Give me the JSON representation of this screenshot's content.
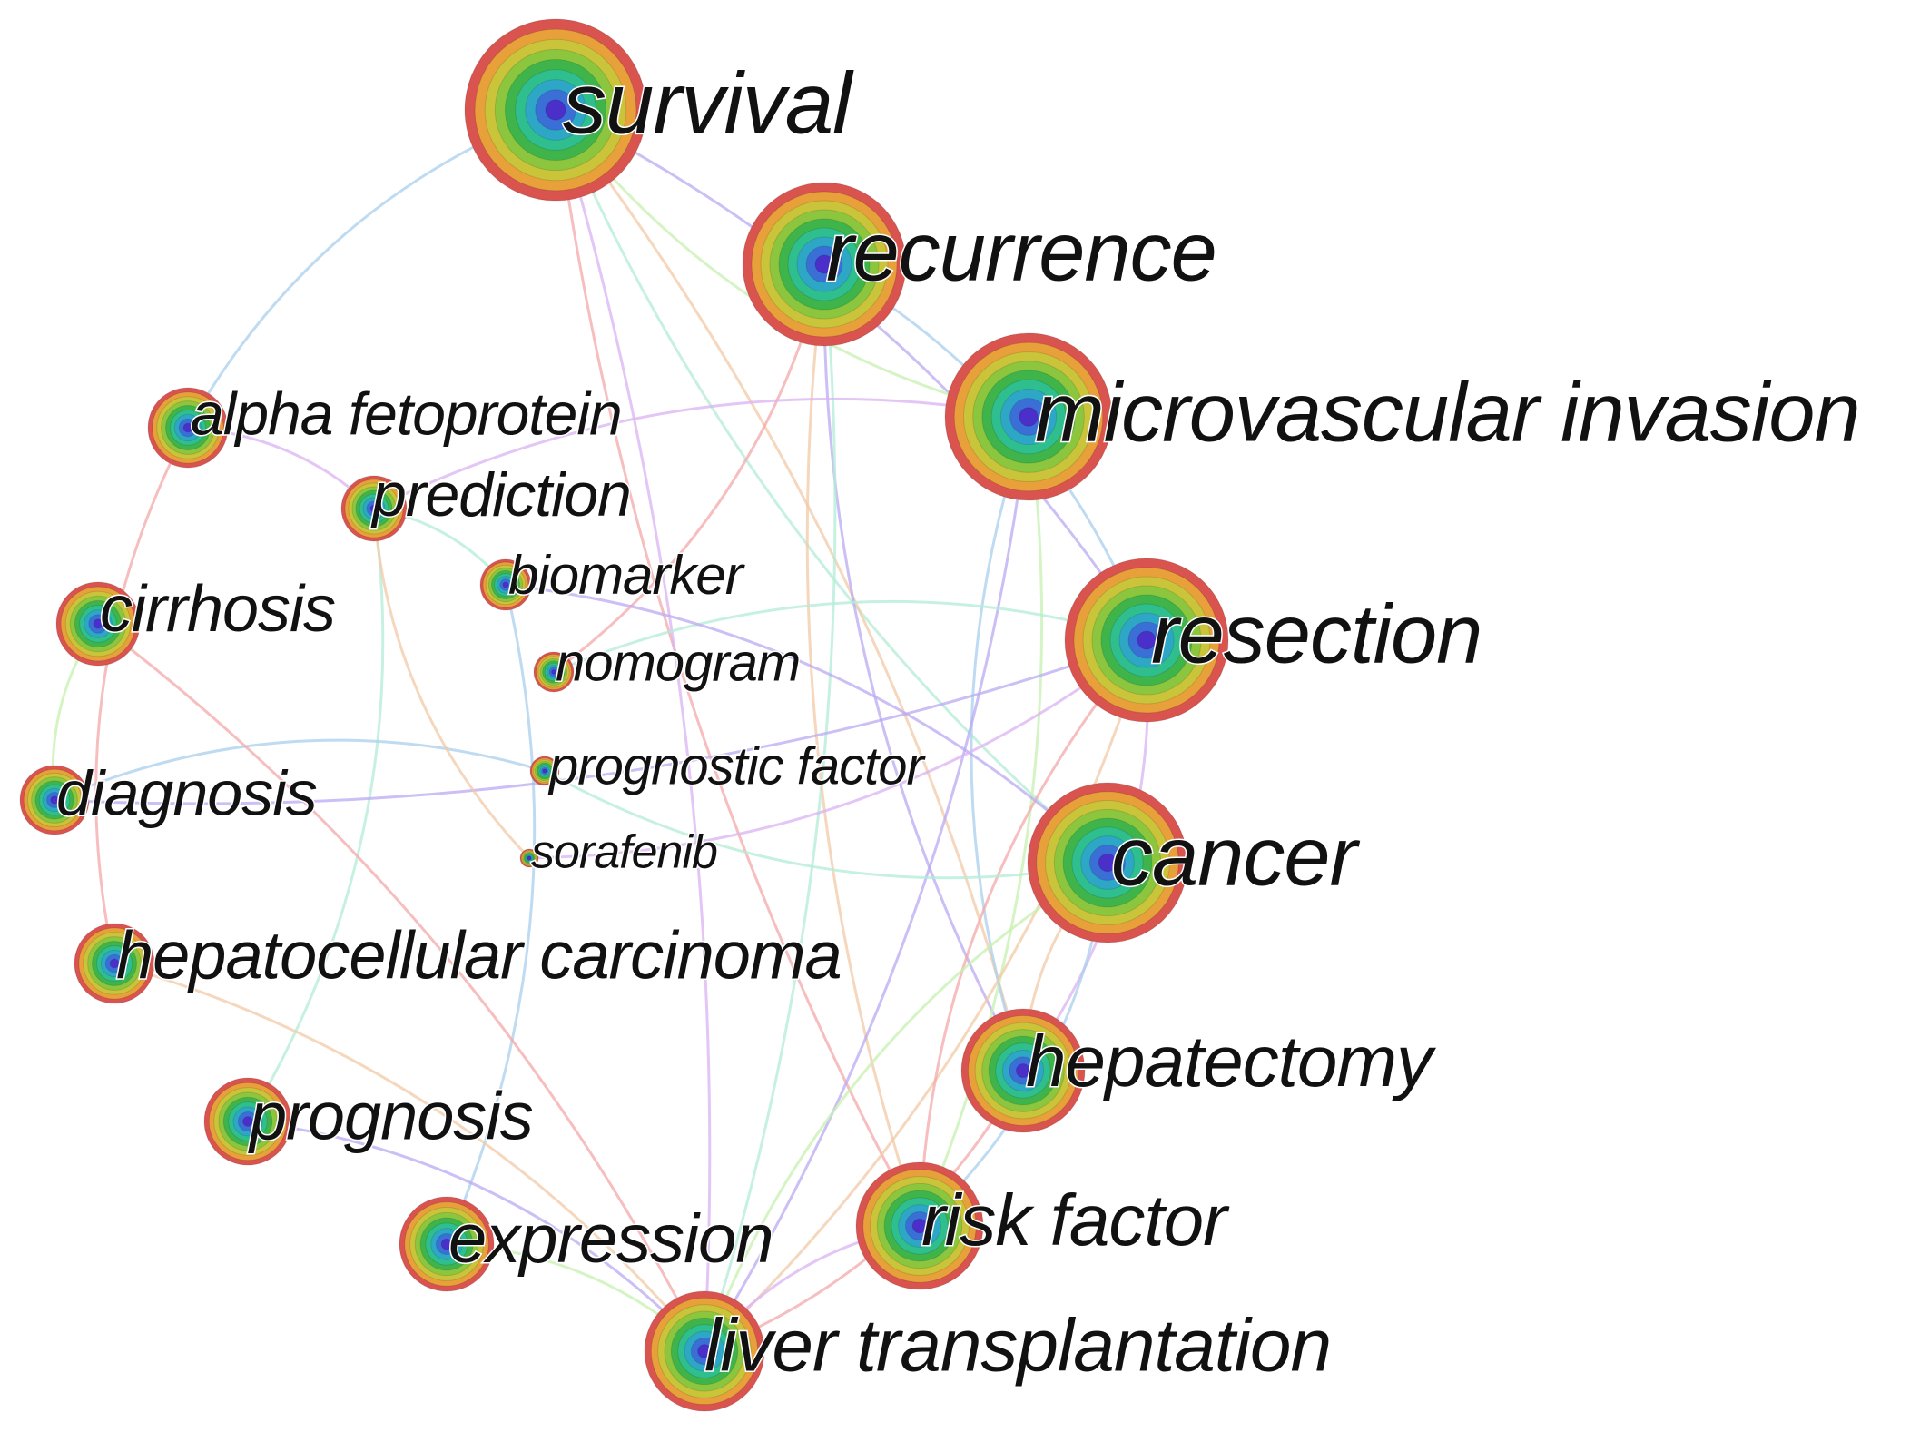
{
  "diagram": {
    "type": "keyword-cooccurrence-network",
    "ring_colors": [
      "#d9534f",
      "#e8a13a",
      "#c9c43a",
      "#8cc63f",
      "#3fb44a",
      "#2fbf8f",
      "#2ea7c6",
      "#3a6fd6",
      "#4b2fc9"
    ],
    "edge_colors": [
      "#a9cfee",
      "#b9a9f2",
      "#b3ecd7",
      "#f2c9a7",
      "#f3a8a8",
      "#d9b3f2",
      "#c7f0b0"
    ],
    "nodes": [
      {
        "id": "survival",
        "label": "survival",
        "weight": 5
      },
      {
        "id": "recurrence",
        "label": "recurrence",
        "weight": 4
      },
      {
        "id": "microvascular-invasion",
        "label": "microvascular invasion",
        "weight": 4
      },
      {
        "id": "resection",
        "label": "resection",
        "weight": 4
      },
      {
        "id": "cancer",
        "label": "cancer",
        "weight": 4
      },
      {
        "id": "hepatectomy",
        "label": "hepatectomy",
        "weight": 3
      },
      {
        "id": "risk-factor",
        "label": "risk factor",
        "weight": 3
      },
      {
        "id": "liver-transplantation",
        "label": "liver transplantation",
        "weight": 3
      },
      {
        "id": "expression",
        "label": "expression",
        "weight": 2
      },
      {
        "id": "prognosis",
        "label": "prognosis",
        "weight": 2
      },
      {
        "id": "hepatocellular-carcinoma",
        "label": "hepatocellular carcinoma",
        "weight": 2
      },
      {
        "id": "diagnosis",
        "label": "diagnosis",
        "weight": 2
      },
      {
        "id": "cirrhosis",
        "label": "cirrhosis",
        "weight": 2
      },
      {
        "id": "alpha-fetoprotein",
        "label": "alpha fetoprotein",
        "weight": 2
      },
      {
        "id": "prediction",
        "label": "prediction",
        "weight": 2
      },
      {
        "id": "biomarker",
        "label": "biomarker",
        "weight": 1
      },
      {
        "id": "nomogram",
        "label": "nomogram",
        "weight": 1
      },
      {
        "id": "prognostic-factor",
        "label": "prognostic factor",
        "weight": 1
      },
      {
        "id": "sorafenib",
        "label": "sorafenib",
        "weight": 1
      }
    ],
    "edges": [
      [
        "survival",
        "alpha-fetoprotein"
      ],
      [
        "survival",
        "resection"
      ],
      [
        "survival",
        "cancer"
      ],
      [
        "survival",
        "hepatectomy"
      ],
      [
        "survival",
        "risk-factor"
      ],
      [
        "survival",
        "liver-transplantation"
      ],
      [
        "survival",
        "microvascular-invasion"
      ],
      [
        "recurrence",
        "resection"
      ],
      [
        "recurrence",
        "hepatectomy"
      ],
      [
        "recurrence",
        "liver-transplantation"
      ],
      [
        "recurrence",
        "risk-factor"
      ],
      [
        "recurrence",
        "nomogram"
      ],
      [
        "microvascular-invasion",
        "prediction"
      ],
      [
        "microvascular-invasion",
        "risk-factor"
      ],
      [
        "microvascular-invasion",
        "hepatectomy"
      ],
      [
        "microvascular-invasion",
        "liver-transplantation"
      ],
      [
        "resection",
        "nomogram"
      ],
      [
        "resection",
        "liver-transplantation"
      ],
      [
        "resection",
        "risk-factor"
      ],
      [
        "resection",
        "hepatectomy"
      ],
      [
        "cancer",
        "liver-transplantation"
      ],
      [
        "cancer",
        "risk-factor"
      ],
      [
        "cancer",
        "biomarker"
      ],
      [
        "cancer",
        "prognostic-factor"
      ],
      [
        "cancer",
        "hepatectomy"
      ],
      [
        "hepatectomy",
        "liver-transplantation"
      ],
      [
        "risk-factor",
        "liver-transplantation"
      ],
      [
        "expression",
        "liver-transplantation"
      ],
      [
        "expression",
        "biomarker"
      ],
      [
        "prognosis",
        "liver-transplantation"
      ],
      [
        "prognosis",
        "prediction"
      ],
      [
        "hepatocellular-carcinoma",
        "liver-transplantation"
      ],
      [
        "alpha-fetoprotein",
        "hepatocellular-carcinoma"
      ],
      [
        "alpha-fetoprotein",
        "prediction"
      ],
      [
        "cirrhosis",
        "diagnosis"
      ],
      [
        "diagnosis",
        "prognostic-factor"
      ],
      [
        "diagnosis",
        "resection"
      ],
      [
        "prediction",
        "biomarker"
      ],
      [
        "prediction",
        "sorafenib"
      ],
      [
        "cirrhosis",
        "liver-transplantation"
      ],
      [
        "sorafenib",
        "resection"
      ]
    ]
  }
}
